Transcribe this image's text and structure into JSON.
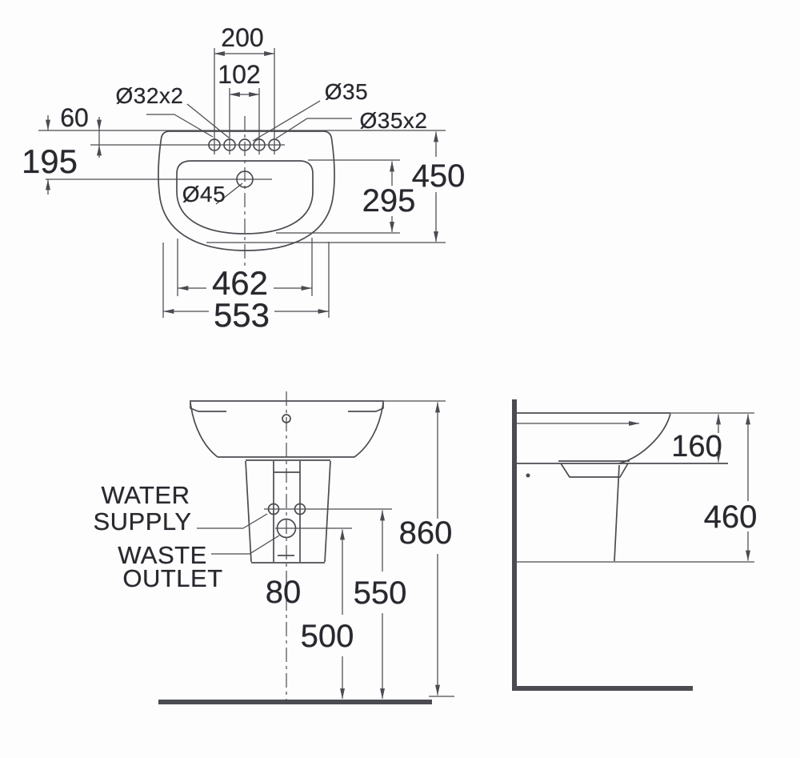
{
  "drawing": {
    "plan": {
      "dim_200": "200",
      "dim_102": "102",
      "dim_60": "60",
      "dim_195": "195",
      "dim_450": "450",
      "dim_295": "295",
      "dim_462": "462",
      "dim_553": "553",
      "hole_label_32x2": "Ø32x2",
      "hole_label_35": "Ø35",
      "hole_label_35x2": "Ø35x2",
      "drain_label_45": "Ø45"
    },
    "front": {
      "water_supply_line1": "WATER",
      "water_supply_line2": "SUPPLY",
      "waste_outlet_line1": "WASTE",
      "waste_outlet_line2": "OUTLET",
      "dim_80": "80",
      "dim_500": "500",
      "dim_550": "550",
      "dim_860": "860"
    },
    "side": {
      "dim_160": "160",
      "dim_460": "460"
    }
  },
  "colors": {
    "line": "#4b4b52",
    "text": "#28282f",
    "background": "#fdfdfd"
  }
}
